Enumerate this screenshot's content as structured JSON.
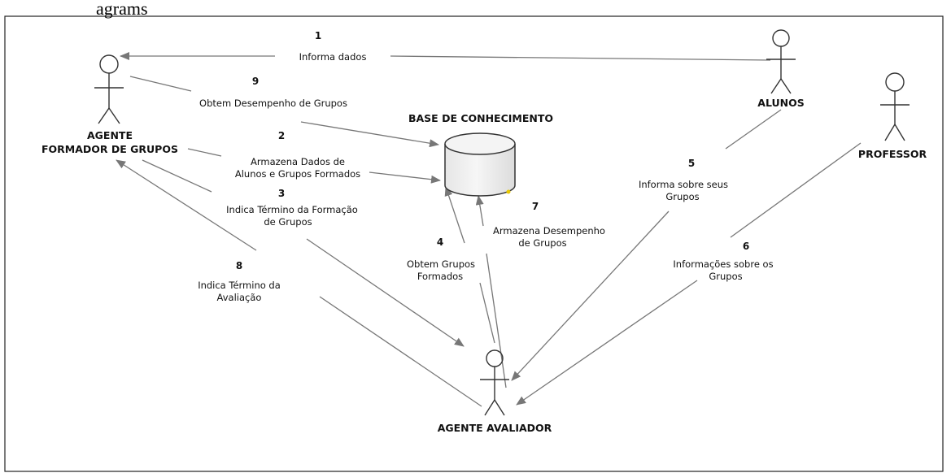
{
  "header_fragment": "agrams",
  "title": "BASE DE CONHECIMENTO",
  "actors": {
    "formador": {
      "line1": "AGENTE",
      "line2": "FORMADOR DE GRUPOS"
    },
    "alunos": {
      "name": "ALUNOS"
    },
    "professor": {
      "name": "PROFESSOR"
    },
    "avaliador": {
      "name": "AGENTE AVALIADOR"
    }
  },
  "steps": [
    {
      "number": "1",
      "lines": [
        "Informa dados"
      ]
    },
    {
      "number": "2",
      "lines": [
        "Armazena Dados de",
        "Alunos e Grupos Formados"
      ]
    },
    {
      "number": "3",
      "lines": [
        "Indica Término da Formação",
        "de Grupos"
      ]
    },
    {
      "number": "4",
      "lines": [
        "Obtem Grupos",
        "Formados"
      ]
    },
    {
      "number": "5",
      "lines": [
        "Informa sobre seus",
        "Grupos"
      ]
    },
    {
      "number": "6",
      "lines": [
        "Informações sobre os",
        "Grupos"
      ]
    },
    {
      "number": "7",
      "lines": [
        "Armazena Desempenho",
        "de Grupos"
      ]
    },
    {
      "number": "8",
      "lines": [
        "Indica Término da",
        "Avaliação"
      ]
    },
    {
      "number": "9",
      "lines": [
        "Obtem Desempenho de Grupos"
      ]
    }
  ],
  "colors": {
    "line": "#777777",
    "cylinder": "#eeeeee",
    "accent_dot": "#e8c800"
  }
}
